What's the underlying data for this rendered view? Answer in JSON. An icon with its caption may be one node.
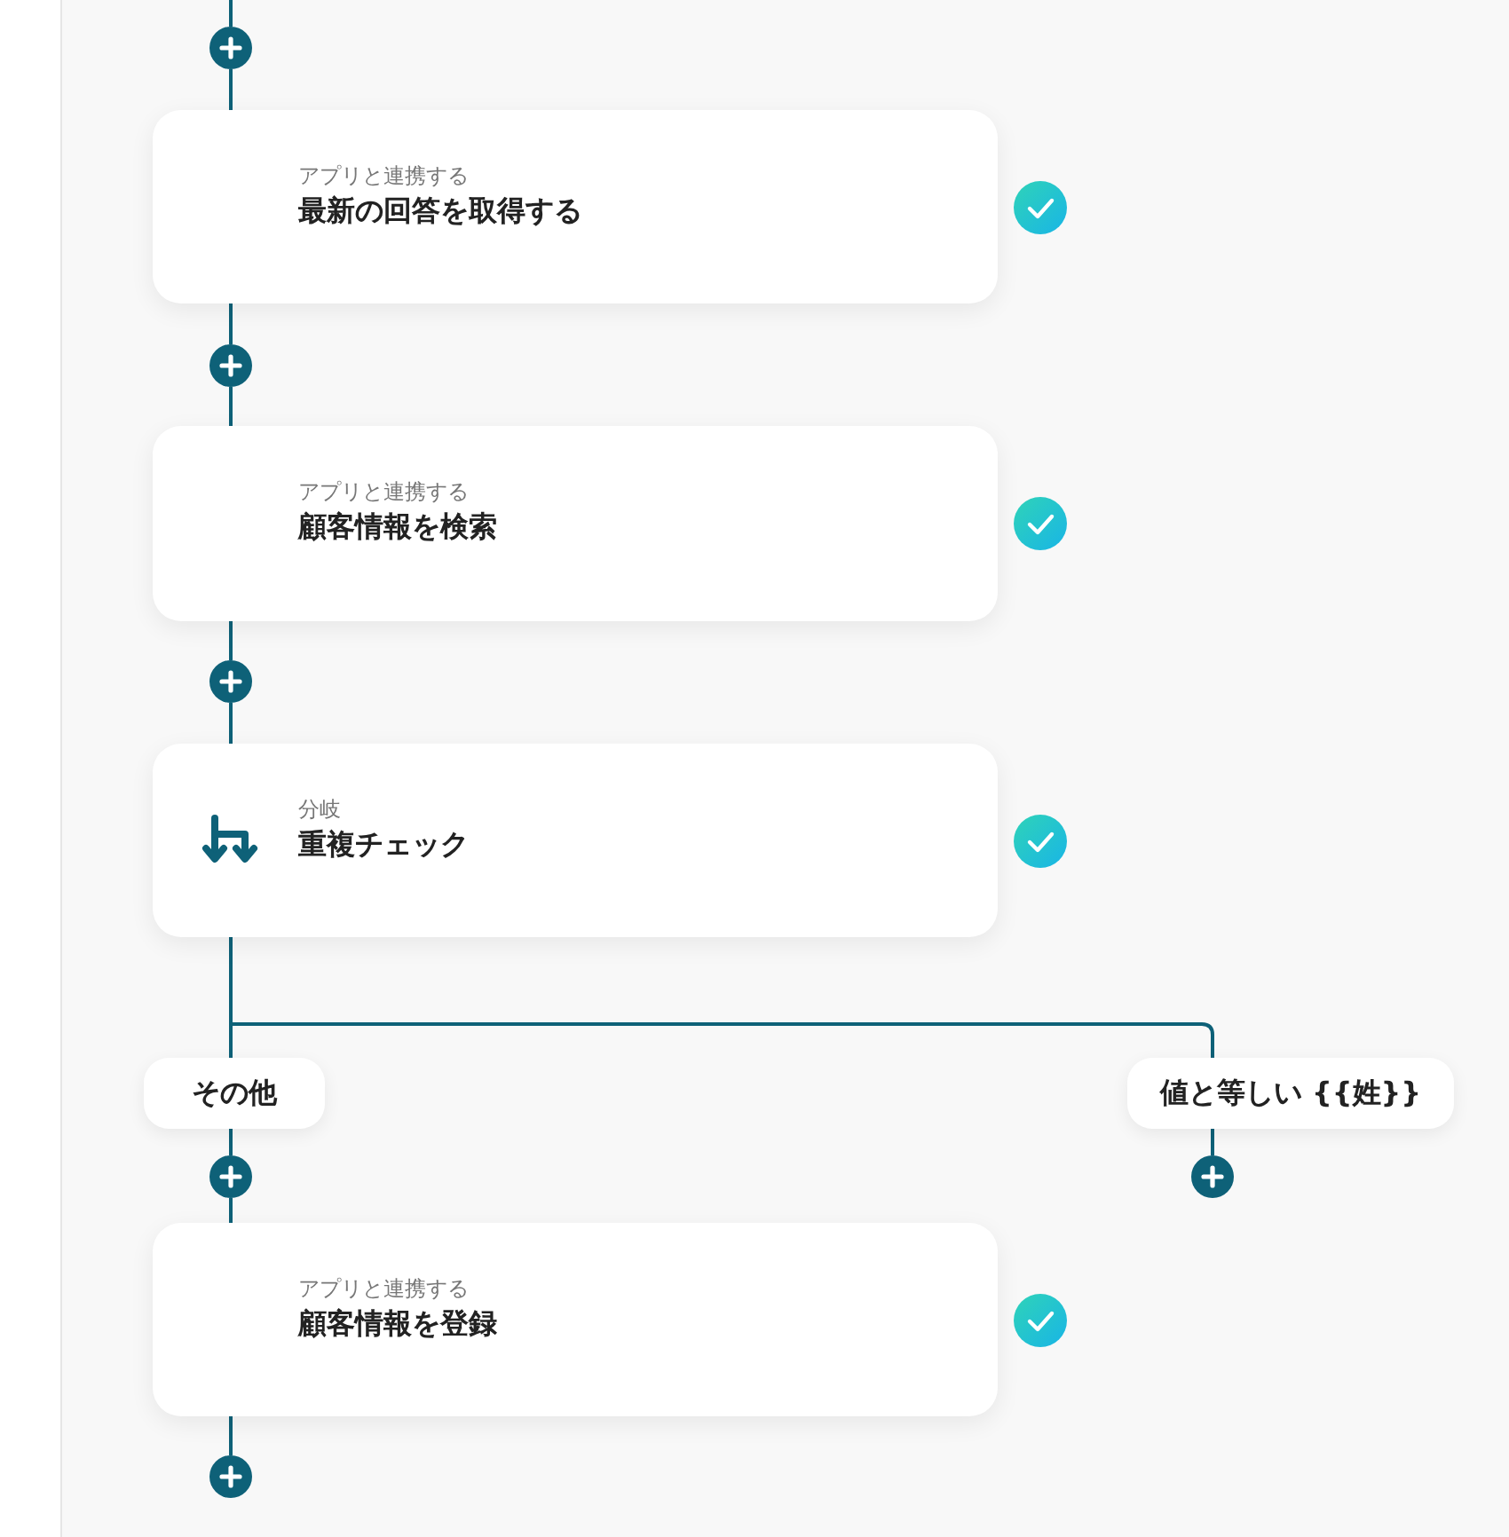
{
  "diagram": {
    "nodes": [
      {
        "text": [],
        "shape": "circle"
      },
      {
        "text": [
          "アプリと連携する",
          "最新の回答を取得する"
        ]
      },
      {
        "text": [],
        "shape": "circle"
      },
      {
        "text": [
          "アプリと連携する",
          "顧客情報を検索"
        ]
      },
      {
        "text": [],
        "shape": "circle"
      },
      {
        "text": [
          "分岐",
          "重複チェック"
        ]
      },
      {
        "text": [
          "その他"
        ]
      },
      {
        "text": [
          "値と等しい {{姓}}"
        ]
      },
      {
        "text": [],
        "shape": "circle"
      },
      {
        "text": [],
        "shape": "circle"
      },
      {
        "text": [
          "アプリと連携する",
          "顧客情報を登録"
        ]
      },
      {
        "text": [],
        "shape": "circle"
      }
    ],
    "edges": [
      {
        "from": null,
        "to": 0,
        "arrow": "none"
      },
      {
        "from": 0,
        "to": 1,
        "arrow": "none"
      },
      {
        "from": 1,
        "to": 2,
        "arrow": "none"
      },
      {
        "from": 2,
        "to": 3,
        "arrow": "none"
      },
      {
        "from": 3,
        "to": 4,
        "arrow": "none"
      },
      {
        "from": 4,
        "to": 5,
        "arrow": "none"
      },
      {
        "from": 5,
        "to": 6,
        "arrow": "none"
      },
      {
        "from": 5,
        "to": 7,
        "arrow": "none"
      },
      {
        "from": 6,
        "to": 8,
        "arrow": "none"
      },
      {
        "from": 7,
        "to": 9,
        "arrow": "none"
      },
      {
        "from": 8,
        "to": 10,
        "arrow": "none"
      },
      {
        "from": 10,
        "to": 11,
        "arrow": "none"
      }
    ]
  }
}
